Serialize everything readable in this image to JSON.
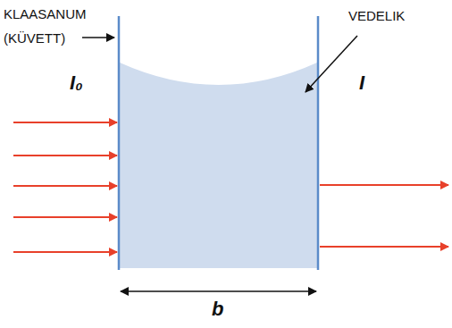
{
  "diagram": {
    "labels": [
      "KLAASANUM (KÜVETT)",
      "VEDELIK",
      "I₀",
      "I",
      "b"
    ]
  }
}
